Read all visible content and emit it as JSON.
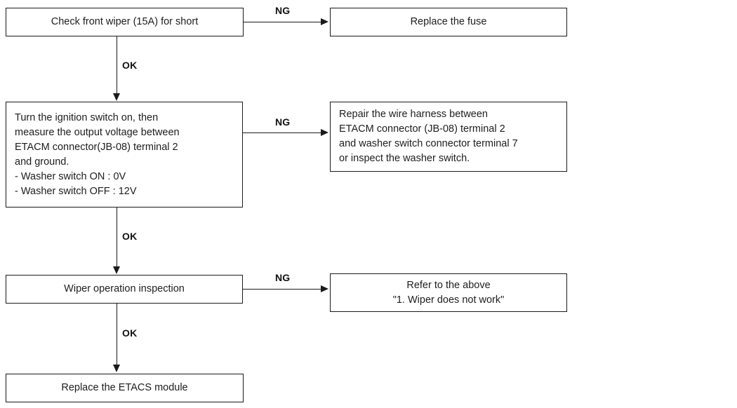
{
  "diagram": {
    "title": "Wiper / washer troubleshooting flowchart",
    "colors": {
      "stroke": "#1a1a1a",
      "text": "#1d1d1d",
      "background": "#ffffff"
    },
    "nodes": [
      {
        "id": "check-fuse",
        "text": "Check front wiper (15A) for short",
        "align": "center"
      },
      {
        "id": "replace-fuse",
        "text": "Replace the fuse",
        "align": "center"
      },
      {
        "id": "measure-voltage",
        "text": "Turn the ignition switch on, then\nmeasure the output voltage between\nETACM connector(JB-08) terminal 2\nand ground.\n- Washer switch ON : 0V\n- Washer switch OFF : 12V",
        "align": "left"
      },
      {
        "id": "repair-harness",
        "text": "Repair the wire harness between\nETACM connector (JB-08) terminal 2\nand washer switch connector terminal 7\nor inspect the washer switch.",
        "align": "left"
      },
      {
        "id": "wiper-operation",
        "text": "Wiper operation inspection",
        "align": "center"
      },
      {
        "id": "refer-above",
        "text": "Refer to the above\n\"1. Wiper does not work\"",
        "align": "center"
      },
      {
        "id": "replace-etacs",
        "text": "Replace the ETACS module",
        "align": "center"
      }
    ],
    "edge_labels": {
      "ng_1": "NG",
      "ng_2": "NG",
      "ng_3": "NG",
      "ok_1": "OK",
      "ok_2": "OK",
      "ok_3": "OK"
    }
  }
}
